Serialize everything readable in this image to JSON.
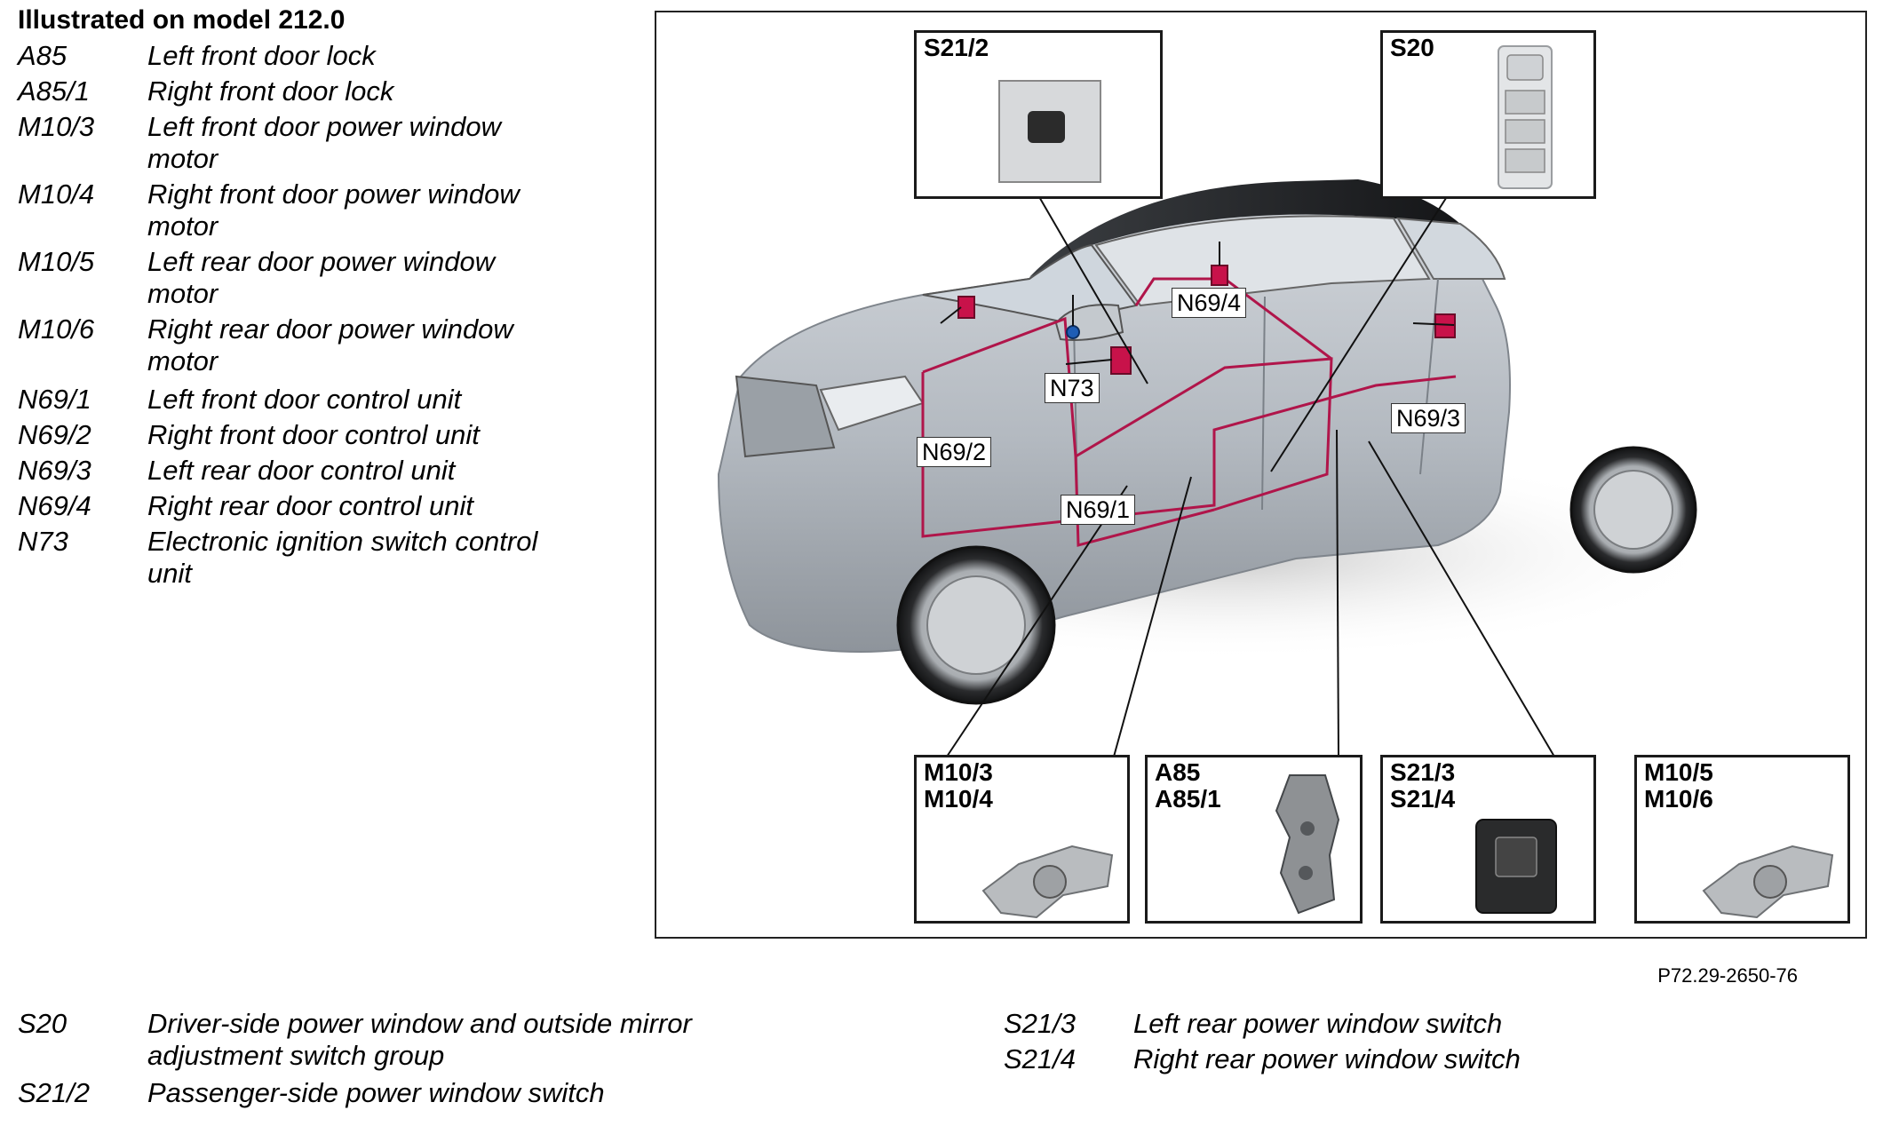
{
  "title": "Illustrated on model 212.0",
  "legend_top": [
    {
      "code": "A85",
      "desc": "Left front door lock"
    },
    {
      "code": "A85/1",
      "desc": "Right front door lock"
    },
    {
      "code": "M10/3",
      "desc": "Left front door power window motor"
    },
    {
      "code": "M10/4",
      "desc": "Right front door power window motor"
    },
    {
      "code": "M10/5",
      "desc": "Left rear door power window motor"
    },
    {
      "code": "M10/6",
      "desc": "Right rear door power window motor"
    },
    {
      "code": "N69/1",
      "desc": "Left front door control unit"
    },
    {
      "code": "N69/2",
      "desc": "Right front door control unit"
    },
    {
      "code": "N69/3",
      "desc": "Left rear door control unit"
    },
    {
      "code": "N69/4",
      "desc": "Right rear door control unit"
    },
    {
      "code": "N73",
      "desc": "Electronic ignition switch control unit"
    }
  ],
  "diagram": {
    "insets": {
      "s21_2": "S21/2",
      "s20": "S20",
      "m10_3_4": [
        "M10/3",
        "M10/4"
      ],
      "a85": [
        "A85",
        "A85/1"
      ],
      "s21_3_4": [
        "S21/3",
        "S21/4"
      ],
      "m10_5_6": [
        "M10/5",
        "M10/6"
      ]
    },
    "callouts": {
      "n69_4": "N69/4",
      "n73": "N73",
      "n69_2": "N69/2",
      "n69_1": "N69/1",
      "n69_3": "N69/3"
    },
    "colors": {
      "car_body": "#b9bfc6",
      "roof": "#2b2d30",
      "wiring": "#b0154a",
      "connector": "#c8124a",
      "n73_marker": "#1e5db5"
    }
  },
  "reference_code": "P72.29-2650-76",
  "legend_bottom_left": [
    {
      "code": "S20",
      "desc": "Driver-side power window and outside mirror adjustment switch group"
    },
    {
      "code": "S21/2",
      "desc": "Passenger-side power window switch"
    }
  ],
  "legend_bottom_right": [
    {
      "code": "S21/3",
      "desc": "Left rear power window switch"
    },
    {
      "code": "S21/4",
      "desc": "Right rear power window switch"
    }
  ]
}
